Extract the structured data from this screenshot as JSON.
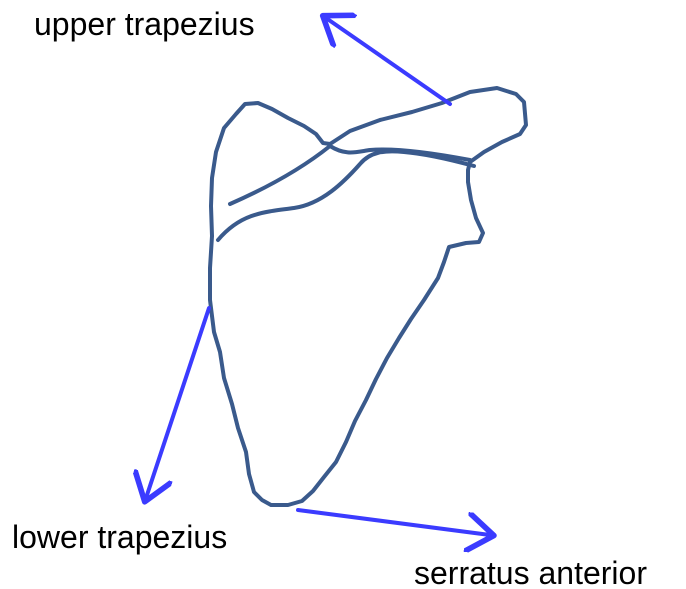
{
  "labels": {
    "upper": "upper trapezius",
    "lower": "lower trapezius",
    "serratus": "serratus anterior"
  },
  "colors": {
    "bone": "#3a5a8c",
    "arrow": "#3b3bff",
    "text": "#000000"
  }
}
